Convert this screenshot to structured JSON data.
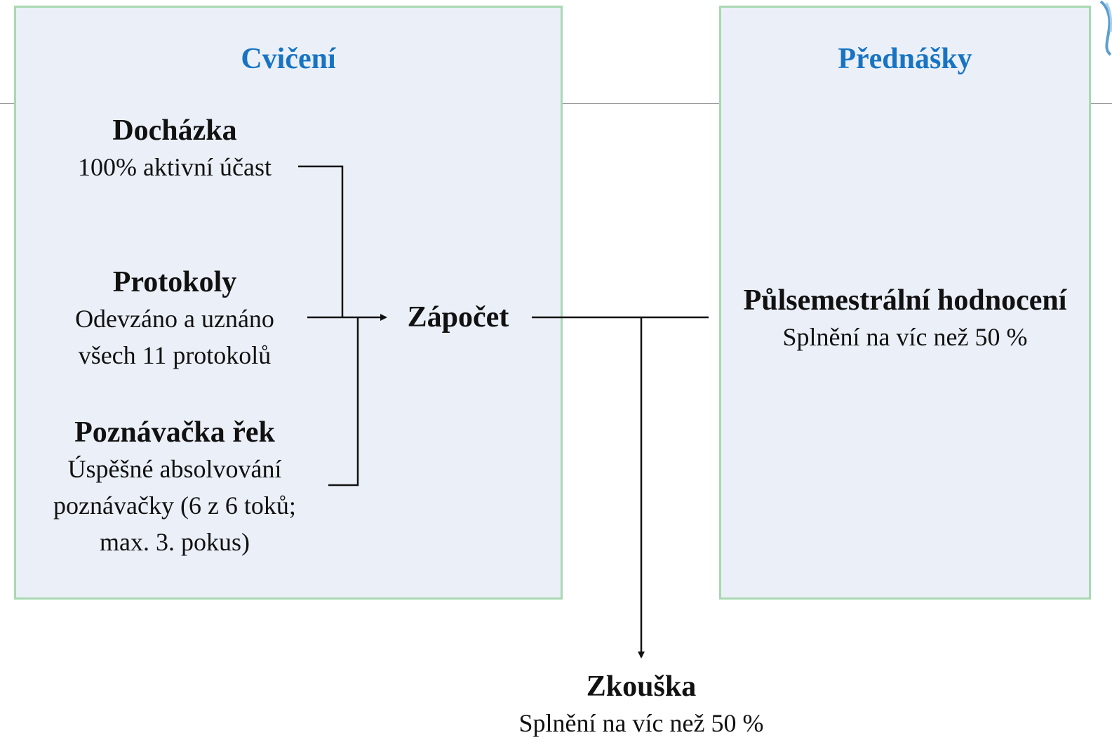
{
  "left_panel": {
    "title": "Cvičení",
    "items": [
      {
        "title": "Docházka",
        "desc": "100% aktivní účast"
      },
      {
        "title": "Protokoly",
        "desc": "Odevzáno a uznáno všech 11 protokolů"
      },
      {
        "title": "Poznávačka řek",
        "desc": "Úspěšné absolvování poznávačky (6 z 6 toků; max. 3. pokus)"
      }
    ]
  },
  "center": {
    "title": "Zápočet"
  },
  "right_panel": {
    "title": "Přednášky",
    "item": {
      "title": "Půlsemestrální hodnocení",
      "desc": "Splnění na víc než 50 %"
    }
  },
  "bottom": {
    "title": "Zkouška",
    "desc": "Splnění na víc než 50 %"
  },
  "colors": {
    "panel_fill": "#ebf0f8",
    "panel_border": "#a9d8b3",
    "panel_title": "#1874c3",
    "text": "#111111"
  }
}
